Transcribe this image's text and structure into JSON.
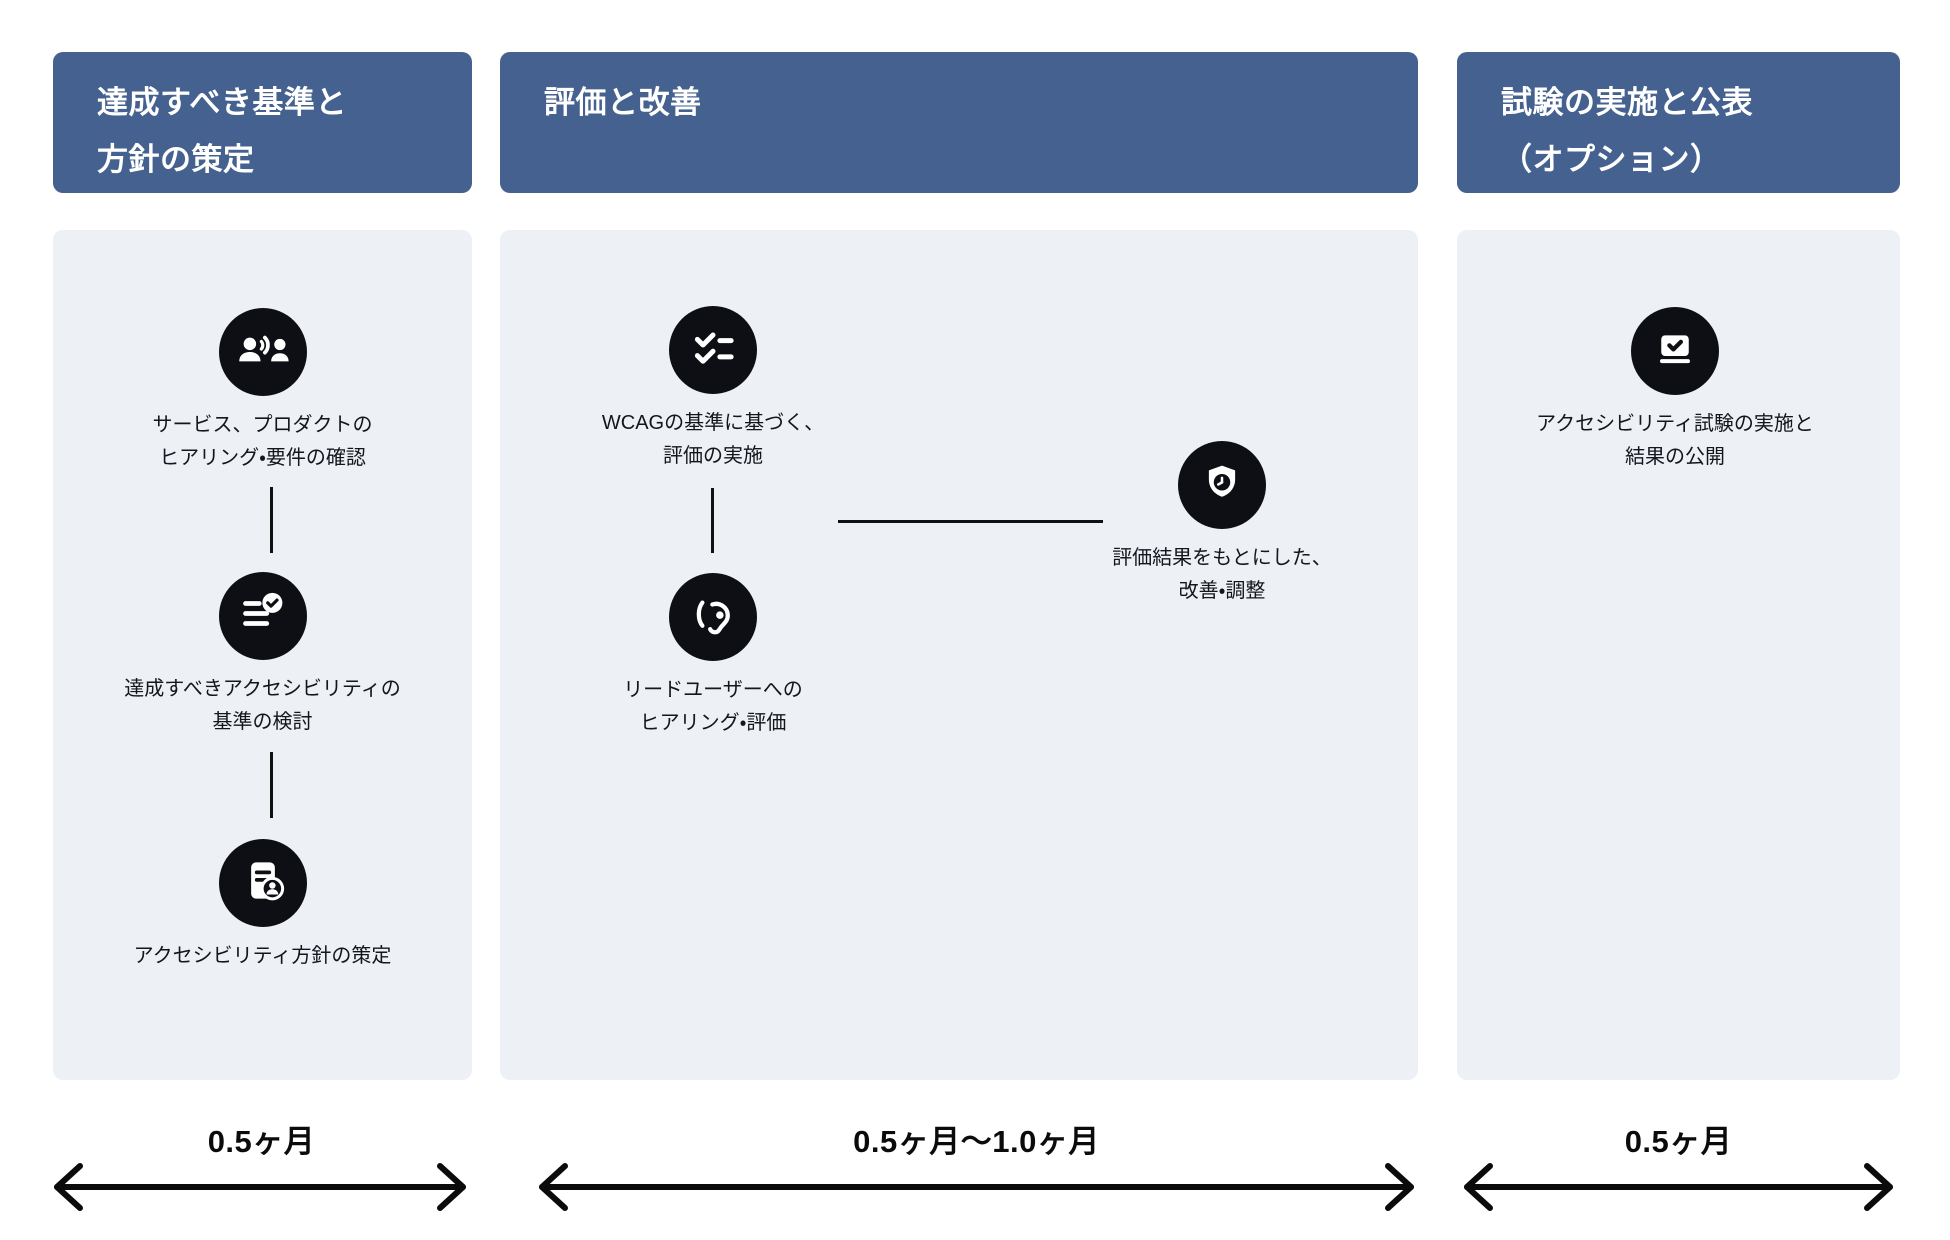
{
  "palette": {
    "header_bg": "#44618F",
    "panel_bg": "#EDF0F5",
    "icon_bg": "#0D0F14",
    "line_color": "#111111",
    "text_color": "#14161c"
  },
  "columns": [
    {
      "title_lines": [
        "達成すべき基準と",
        "方針の策定"
      ],
      "duration": "0.5ヶ月",
      "steps": [
        {
          "icon": "interview-icon",
          "label_lines": [
            "サービス、プロダクトの",
            "ヒアリング・要件の確認"
          ]
        },
        {
          "icon": "criteria-check-icon",
          "label_lines": [
            "達成すべきアクセシビリティの",
            "基準の検討"
          ]
        },
        {
          "icon": "policy-document-icon",
          "label_lines": [
            "アクセシビリティ方針の策定"
          ]
        }
      ]
    },
    {
      "title_lines": [
        "評価と改善"
      ],
      "duration": "0.5ヶ月～1.0ヶ月",
      "steps": [
        {
          "icon": "checklist-icon",
          "label_lines": [
            "WCAGの基準に基づく、",
            "評価の実施"
          ]
        },
        {
          "icon": "hearing-icon",
          "label_lines": [
            "リードユーザーへの",
            "ヒアリング・評価"
          ]
        },
        {
          "icon": "shield-clock-icon",
          "label_lines": [
            "評価結果をもとにした、",
            "改善・調整"
          ]
        }
      ]
    },
    {
      "title_lines": [
        "試験の実施と公表",
        "（オプション）"
      ],
      "duration": "0.5ヶ月",
      "steps": [
        {
          "icon": "laptop-check-icon",
          "label_lines": [
            "アクセシビリティ試験の実施と",
            "結果の公開"
          ]
        }
      ]
    }
  ]
}
